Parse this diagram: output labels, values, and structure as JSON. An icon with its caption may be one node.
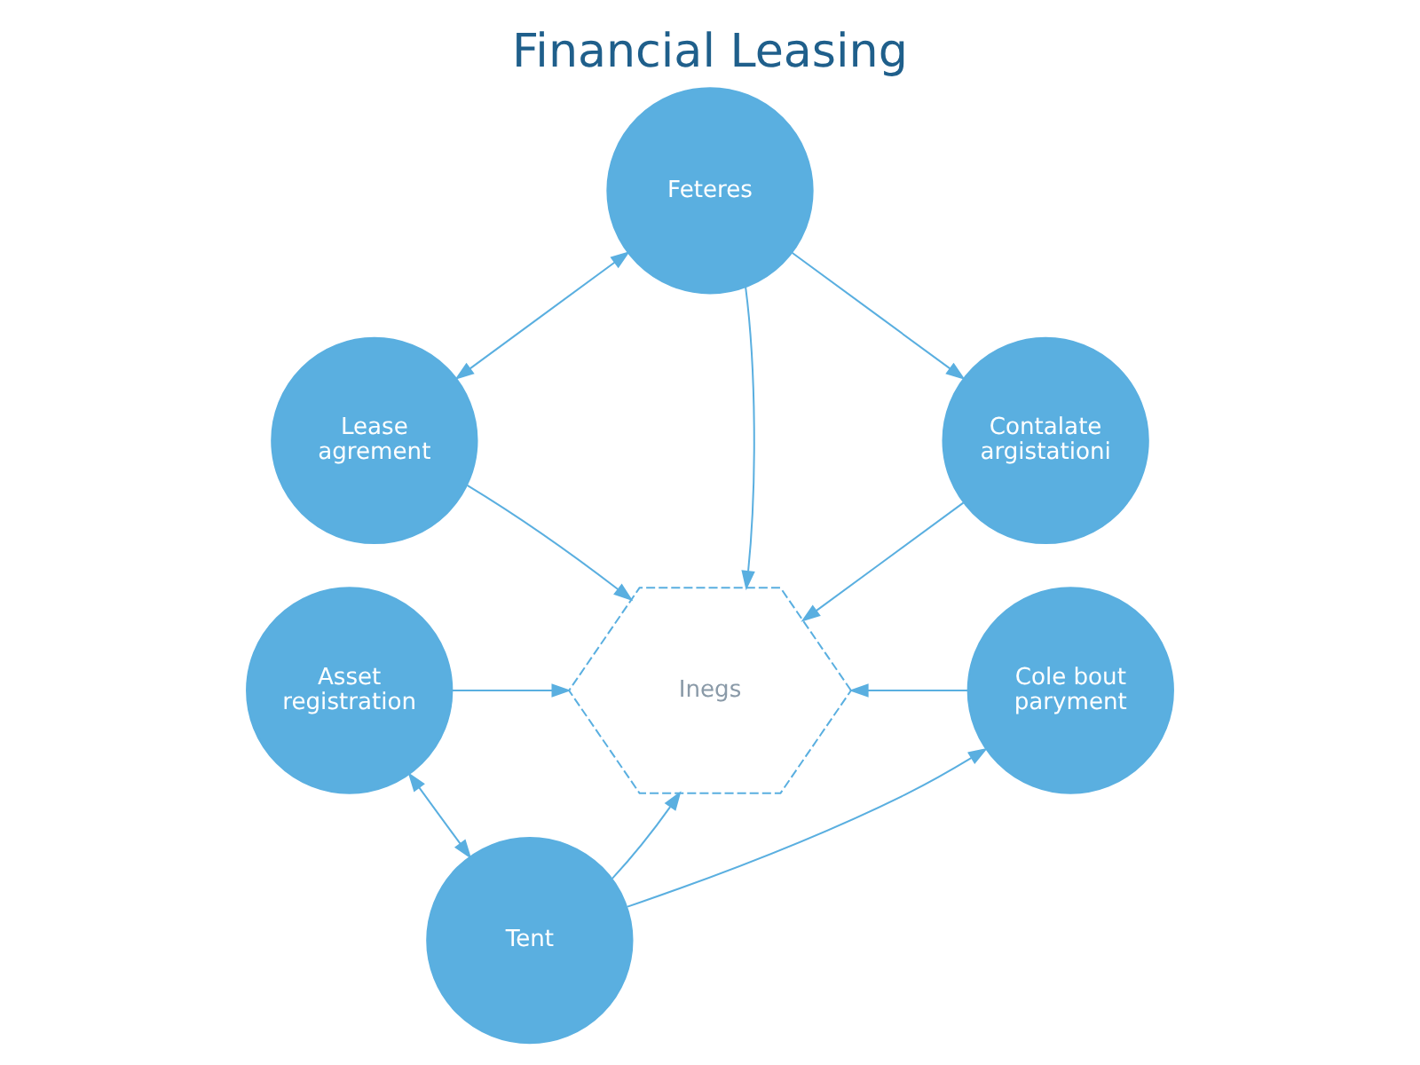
{
  "diagram": {
    "title": "Financial Leasing",
    "nodes": [
      {
        "text": [
          "Feteres"
        ]
      },
      {
        "text": [
          "Lease agrement"
        ]
      },
      {
        "text": [
          "Contalate argistationi"
        ]
      },
      {
        "text": [
          "Inegs"
        ]
      },
      {
        "text": [
          "Asset registration"
        ]
      },
      {
        "text": [
          "Cole bout paryment"
        ]
      },
      {
        "text": [
          "Tent"
        ]
      }
    ],
    "edges": [
      {
        "from": 0,
        "to": 1,
        "arrow": "both"
      },
      {
        "from": 0,
        "to": 2,
        "arrow": "to"
      },
      {
        "from": 0,
        "to": 3,
        "arrow": "to"
      },
      {
        "from": 1,
        "to": 3,
        "arrow": "to"
      },
      {
        "from": 2,
        "to": 3,
        "arrow": "to"
      },
      {
        "from": 4,
        "to": 3,
        "arrow": "to"
      },
      {
        "from": 5,
        "to": 3,
        "arrow": "to"
      },
      {
        "from": 6,
        "to": 3,
        "arrow": "to"
      },
      {
        "from": 4,
        "to": 6,
        "arrow": "both"
      },
      {
        "from": 6,
        "to": 5,
        "arrow": "to"
      }
    ]
  }
}
